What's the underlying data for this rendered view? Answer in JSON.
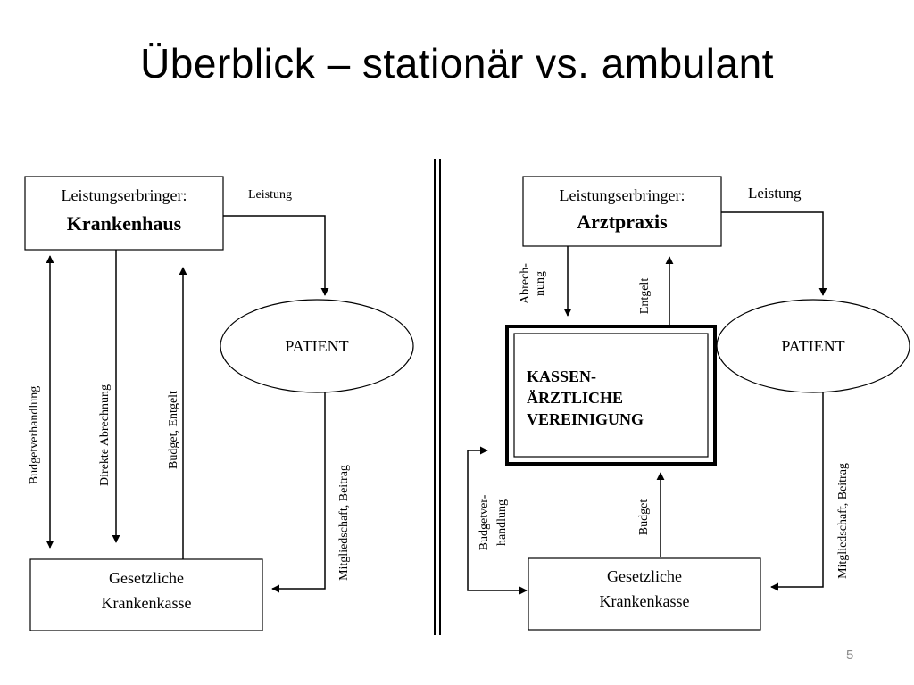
{
  "title": "Überblick – stationär vs. ambulant",
  "page_number": "5",
  "left": {
    "provider_label": "Leistungserbringer:",
    "provider_name": "Krankenhaus",
    "service_label": "Leistung",
    "patient": "PATIENT",
    "budget_negotiation": "Budgetverhandlung",
    "direct_billing": "Direkte Abrechnung",
    "budget_payment": "Budget, Entgelt",
    "membership": "Mitgliedschaft, Beitrag",
    "insurer_line1": "Gesetzliche",
    "insurer_line2": "Krankenkasse"
  },
  "right": {
    "provider_label": "Leistungserbringer:",
    "provider_name": "Arztpraxis",
    "service_label": "Leistung",
    "patient": "PATIENT",
    "billing_line1": "Abrech-",
    "billing_line2": "nung",
    "payment": "Entgelt",
    "kv_line1": "KASSEN-",
    "kv_line2": "ÄRZTLICHE",
    "kv_line3": "VEREINIGUNG",
    "budget_negotiation_line1": "Budgetver-",
    "budget_negotiation_line2": "handlung",
    "budget": "Budget",
    "membership": "Mitgliedschaft, Beitrag",
    "insurer_line1": "Gesetzliche",
    "insurer_line2": "Krankenkasse"
  }
}
